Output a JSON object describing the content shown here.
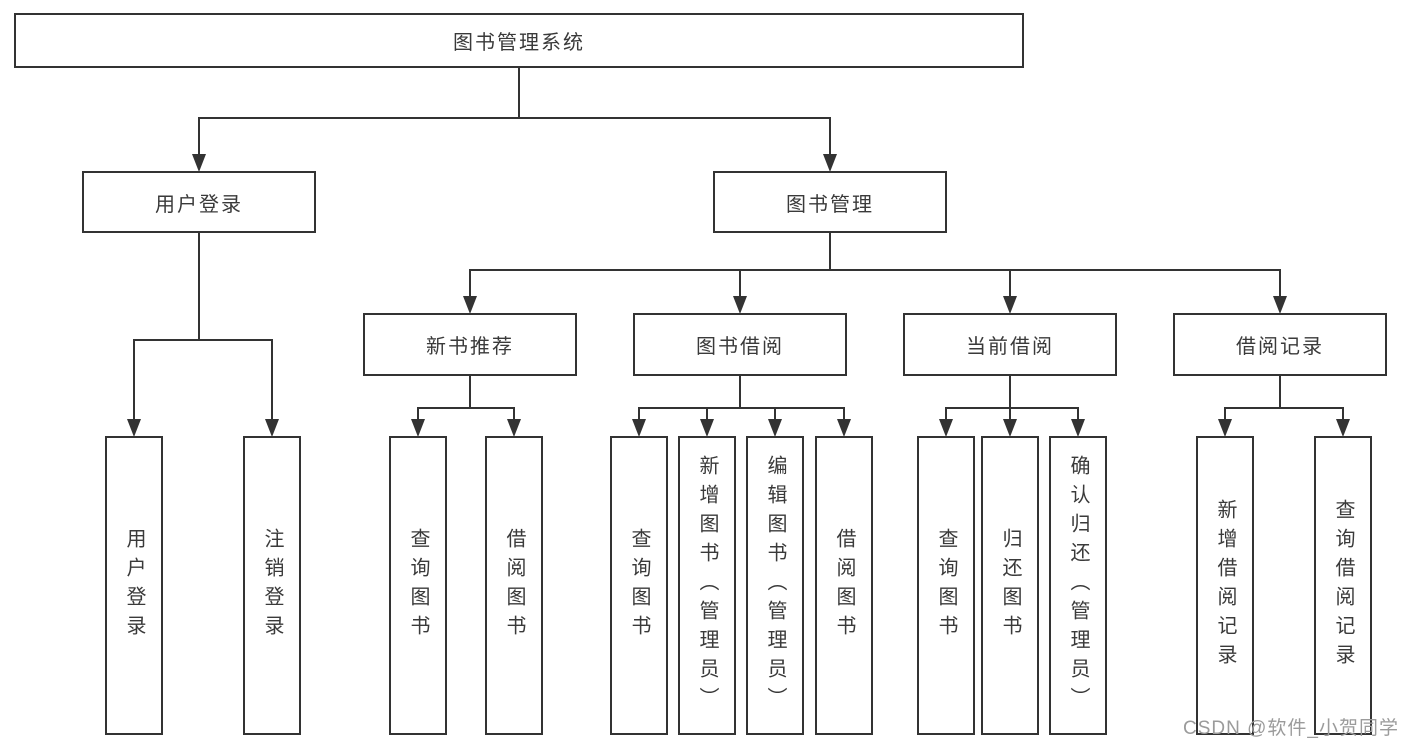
{
  "diagram_type": "tree",
  "nodes": {
    "root": "图书管理系统",
    "user_login": "用户登录",
    "book_mgmt": "图书管理",
    "new_book_rec": "新书推荐",
    "book_borrow": "图书借阅",
    "current_borrow": "当前借阅",
    "borrow_records": "借阅记录",
    "leaf_user_login": "用户登录",
    "leaf_logout": "注销登录",
    "leaf_query_books_rec": "查询图书",
    "leaf_borrow_books_rec": "借阅图书",
    "leaf_query_books_borrow": "查询图书",
    "leaf_add_books_admin": "新增图书（管理员）",
    "leaf_edit_books_admin": "编辑图书（管理员）",
    "leaf_borrow_books_borrow": "借阅图书",
    "leaf_query_books_current": "查询图书",
    "leaf_return_books": "归还图书",
    "leaf_confirm_return_admin": "确认归还（管理员）",
    "leaf_add_borrow_record": "新增借阅记录",
    "leaf_query_borrow_record": "查询借阅记录"
  },
  "hierarchy": {
    "图书管理系统": {
      "用户登录": [
        "用户登录",
        "注销登录"
      ],
      "图书管理": {
        "新书推荐": [
          "查询图书",
          "借阅图书"
        ],
        "图书借阅": [
          "查询图书",
          "新增图书（管理员）",
          "编辑图书（管理员）",
          "借阅图书"
        ],
        "当前借阅": [
          "查询图书",
          "归还图书",
          "确认归还（管理员）"
        ],
        "借阅记录": [
          "新增借阅记录",
          "查询借阅记录"
        ]
      }
    }
  },
  "watermark": "CSDN @软件_小贺同学",
  "colors": {
    "line": "#333333",
    "box_border": "#333333",
    "text": "#3a3a3a",
    "watermark": "#9b9b9b",
    "background": "#ffffff"
  }
}
